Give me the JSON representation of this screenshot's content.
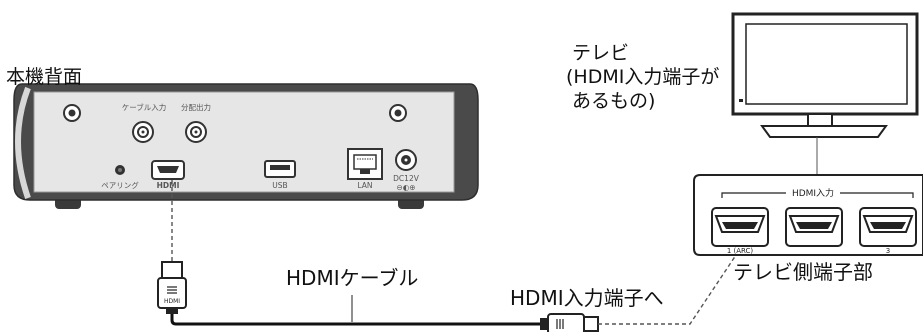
{
  "device": {
    "title": "本機背面",
    "port_labels": {
      "cable_in": "ケーブル入力",
      "dist_out": "分配出力",
      "pairing": "ペアリング",
      "hdmi": "HDMI",
      "usb": "USB",
      "lan": "LAN",
      "dc": "DC12V"
    }
  },
  "tv": {
    "label_line1": "テレビ",
    "label_line2": "(HDMI入力端子が",
    "label_line3": "あるもの)",
    "panel_title": "HDMI入力",
    "port1_label": "1 (ARC)",
    "port3_label": "3",
    "side_caption": "テレビ側端子部"
  },
  "cable": {
    "label": "HDMIケーブル",
    "connect_caption": "HDMI入力端子へ",
    "plug_text": "HDMI"
  }
}
